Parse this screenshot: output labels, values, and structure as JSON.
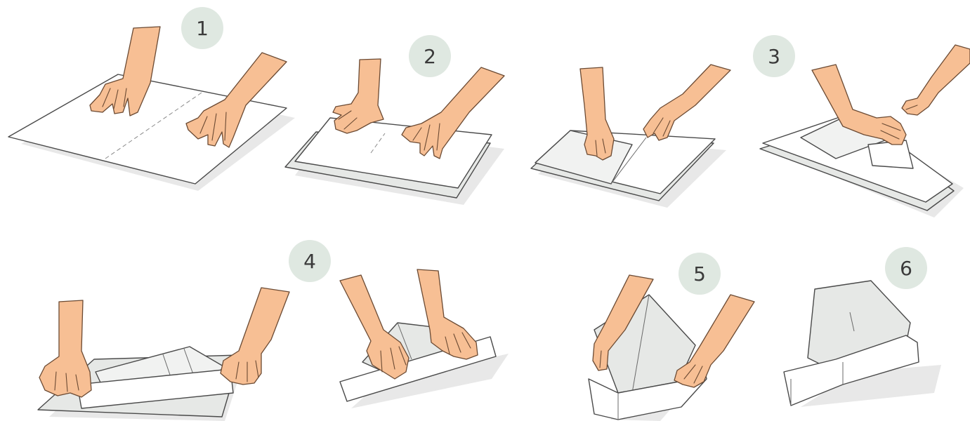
{
  "diagram": {
    "steps": [
      {
        "number": "1"
      },
      {
        "number": "2"
      },
      {
        "number": "3"
      },
      {
        "number": "4"
      },
      {
        "number": "5"
      },
      {
        "number": "6"
      }
    ],
    "colors": {
      "badge": "#dfe8e1",
      "skin": "#f7bf94",
      "paper": "#ffffff",
      "paper_shade": "#e6e8e6",
      "outline": "#4a4a4a"
    }
  }
}
